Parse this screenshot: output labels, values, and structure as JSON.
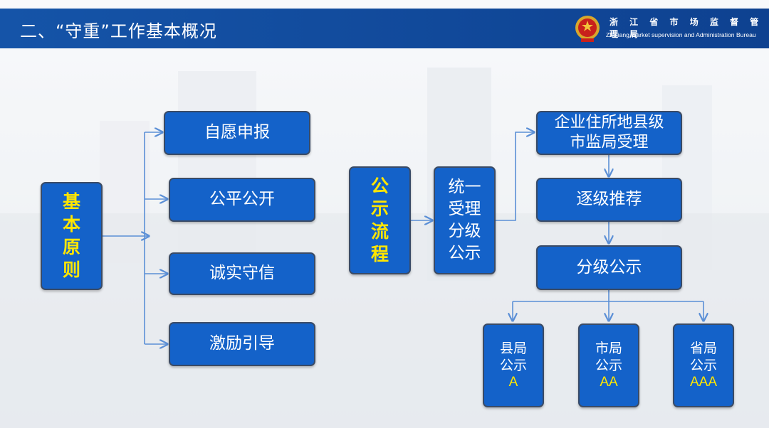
{
  "header": {
    "title": "二、“守重”工作基本概况",
    "bureau_cn": "浙 江 省 市 场 监 督 管 理 局",
    "bureau_en": "Zhejiang market supervision and Administration Bureau"
  },
  "left": {
    "root": [
      "基",
      "本",
      "原",
      "则"
    ],
    "principles": [
      "自愿申报",
      "公平公开",
      "诚实守信",
      "激励引导"
    ]
  },
  "process": {
    "label": [
      "公",
      "示",
      "流",
      "程"
    ],
    "summary": [
      "统一",
      "受理",
      "分级",
      "公示"
    ],
    "steps": [
      "企业住所地县级",
      "市监局受理",
      "逐级推荐",
      "分级公示"
    ],
    "levels": [
      {
        "line1": "县局",
        "line2": "公示",
        "grade": "A"
      },
      {
        "line1": "市局",
        "line2": "公示",
        "grade": "AA"
      },
      {
        "line1": "省局",
        "line2": "公示",
        "grade": "AAA"
      }
    ]
  },
  "colors": {
    "header_bg": "#1554a8",
    "box_fill": "#1462c9",
    "accent_text": "#ffe600",
    "connector": "#5b8fd6"
  }
}
